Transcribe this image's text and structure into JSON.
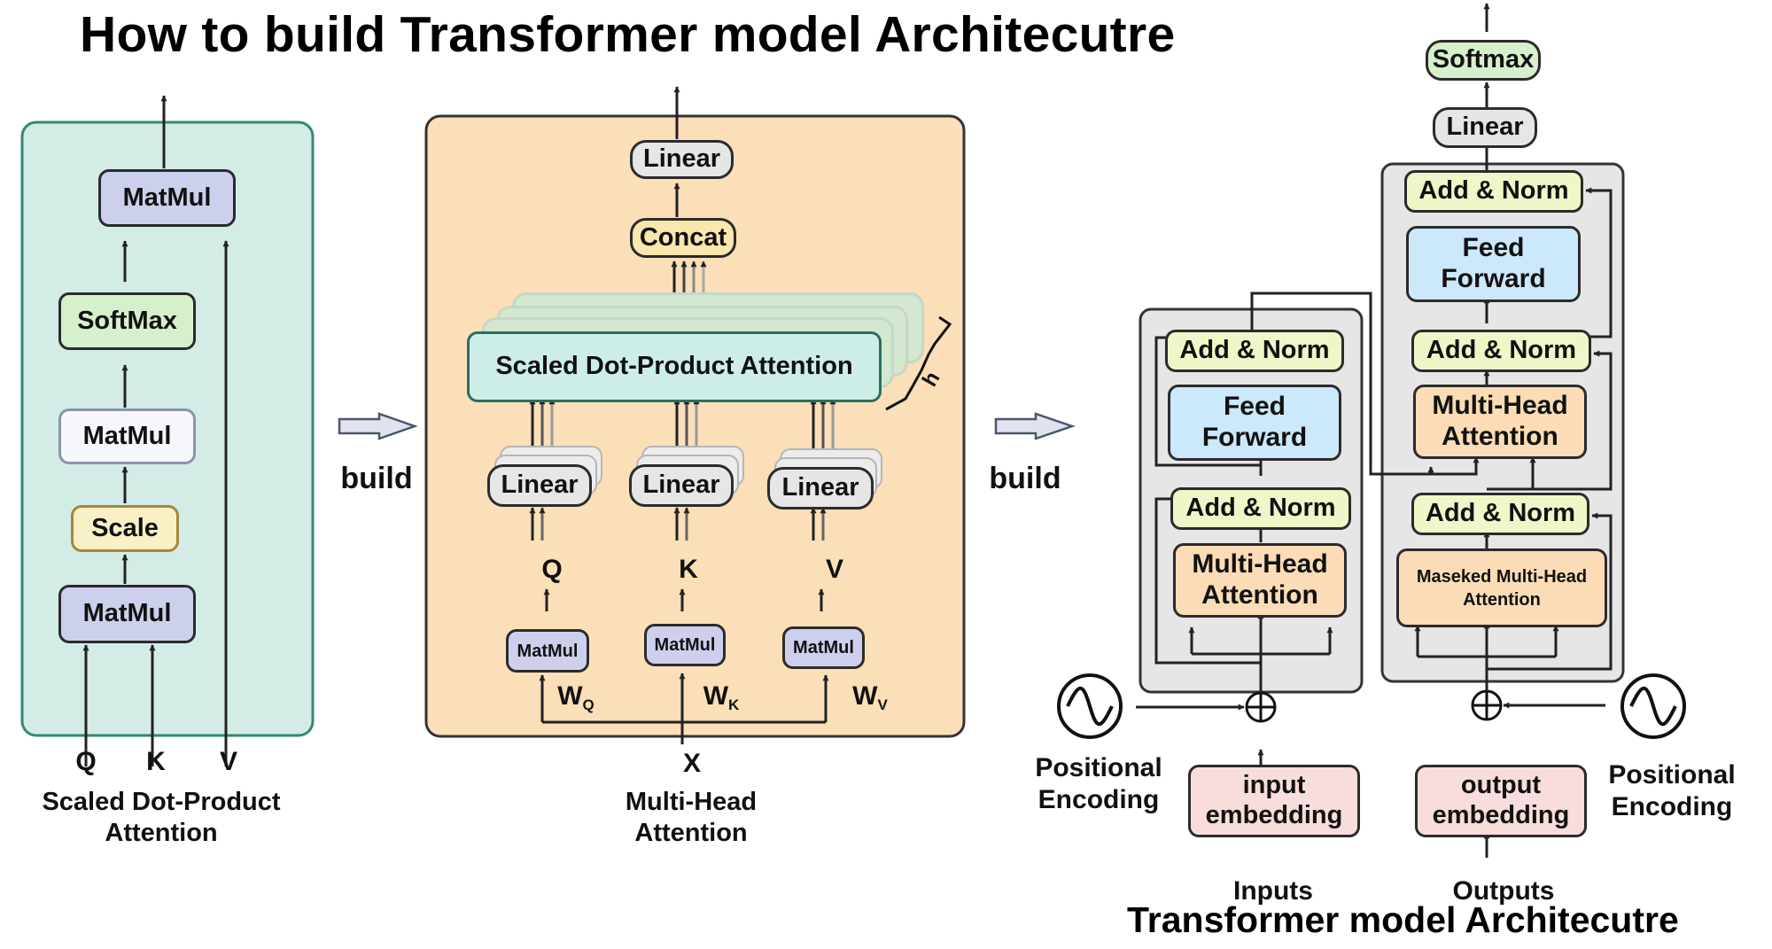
{
  "title": "How to build Transformer model Architecutre",
  "build_label": "build",
  "scaled_dot_product": {
    "caption": "Scaled Dot-Product Attention",
    "nodes": {
      "matmul_top": "MatMul",
      "softmax": "SoftMax",
      "matmul_mid": "MatMul",
      "scale": "Scale",
      "matmul_bottom": "MatMul"
    },
    "inputs": [
      "Q",
      "K",
      "V"
    ]
  },
  "multi_head": {
    "caption": "Multi-Head Attention",
    "linear_top": "Linear",
    "concat": "Concat",
    "attention": "Scaled Dot-Product Attention",
    "heads_label": "h",
    "linears": [
      "Linear",
      "Linear",
      "Linear"
    ],
    "qkv": [
      "Q",
      "K",
      "V"
    ],
    "matmuls": [
      "MatMul",
      "MatMul",
      "MatMul"
    ],
    "weights": [
      {
        "base": "W",
        "sub": "Q"
      },
      {
        "base": "W",
        "sub": "K"
      },
      {
        "base": "W",
        "sub": "V"
      }
    ],
    "input": "X"
  },
  "transformer": {
    "caption": "Transformer model Architecutre",
    "encoder": {
      "add_norm_top": "Add & Norm",
      "feed_forward": "Feed Forward",
      "add_norm_bottom": "Add & Norm",
      "attention": "Multi-Head Attention"
    },
    "decoder": {
      "softmax": "Softmax",
      "linear": "Linear",
      "add_norm_top": "Add & Norm",
      "feed_forward": "Feed Forward",
      "add_norm_mid": "Add & Norm",
      "cross_attention": "Multi-Head Attention",
      "add_norm_bottom": "Add & Norm",
      "masked_attention": "Maseked Multi-Head Attention"
    },
    "input_embedding": "input embedding",
    "output_embedding": "output embedding",
    "positional_encoding": "Positional Encoding",
    "inputs_label": "Inputs",
    "outputs_label": "Outputs"
  },
  "colors": {
    "sdpa_panel": "#d4ece6",
    "mha_panel": "#fbdfb8",
    "transformer_block": "#e6e6e6",
    "matmul": "#cdd0ec",
    "softmax": "#d7f0cc",
    "scale": "#faf0c6",
    "add_norm": "#eef7c8",
    "feed_forward": "#cce8fb",
    "attention": "#fbdcb6",
    "embedding": "#f9dcdc"
  }
}
